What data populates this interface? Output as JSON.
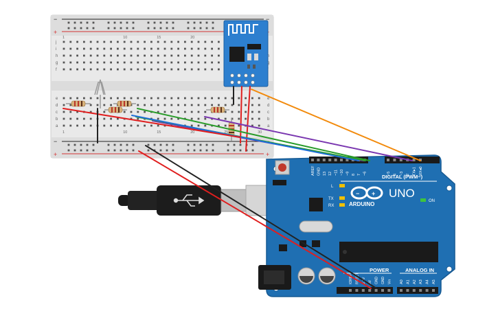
{
  "breadboard": {
    "column_numbers": [
      "1",
      "",
      "",
      "",
      "",
      "",
      "",
      "",
      "",
      "10",
      "",
      "",
      "",
      "",
      "15",
      "",
      "",
      "",
      "",
      "20",
      "",
      "",
      "",
      "",
      "25",
      "",
      "",
      "",
      "",
      "30"
    ],
    "row_letters_top": [
      "j",
      "i",
      "h",
      "g",
      "f"
    ],
    "row_letters_bottom": [
      "e",
      "d",
      "c",
      "b",
      "a"
    ],
    "rail_minus": "−",
    "rail_plus": "+"
  },
  "arduino": {
    "logo": "ARDUINO",
    "model": "UNO",
    "digital_header": "DIGITAL (PWM~)",
    "power_header": "POWER",
    "analog_header": "ANALOG IN",
    "on_label": "ON",
    "tx_label": "TX",
    "rx_label": "RX",
    "l_label": "L",
    "digital_pins": [
      "AREF",
      "GND",
      "13",
      "12",
      "~11",
      "~10",
      "~9",
      "8",
      "7",
      "~6",
      "~5",
      "4",
      "~3",
      "2",
      "TX▸1",
      "RX◂0"
    ],
    "power_pins": [
      "IOREF",
      "RESET",
      "3.3V",
      "5V",
      "GND",
      "GND",
      "Vin"
    ],
    "analog_pins": [
      "A0",
      "A1",
      "A2",
      "A3",
      "A4",
      "A5"
    ]
  },
  "colors": {
    "board_blue": "#1f6fb2",
    "wire_red": "#e01e1e",
    "wire_black": "#222222",
    "wire_orange": "#f28a0b",
    "wire_green": "#2a9c2a",
    "wire_purple": "#7a37b0",
    "wire_blue": "#1e6fd9",
    "esp_blue": "#2d7fcf"
  },
  "icons": [
    "usb-cable-icon",
    "usb-symbol-icon",
    "infinity-logo-icon",
    "antenna-icon"
  ]
}
